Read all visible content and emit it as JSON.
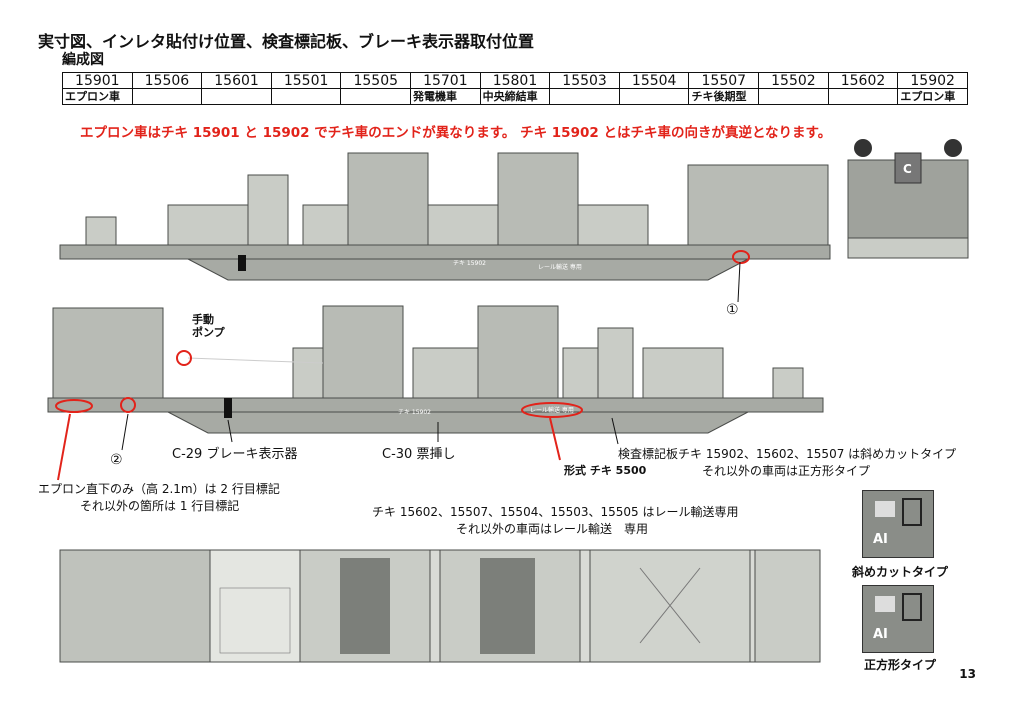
{
  "title": "実寸図、インレタ貼付け位置、検査標記板、ブレーキ表示器取付位置",
  "formation": {
    "heading": "編成図",
    "cars": [
      {
        "number": "15901",
        "role": "エプロン車"
      },
      {
        "number": "15506",
        "role": ""
      },
      {
        "number": "15601",
        "role": ""
      },
      {
        "number": "15501",
        "role": ""
      },
      {
        "number": "15505",
        "role": ""
      },
      {
        "number": "15701",
        "role": "発電機車"
      },
      {
        "number": "15801",
        "role": "中央締結車"
      },
      {
        "number": "15503",
        "role": ""
      },
      {
        "number": "15504",
        "role": ""
      },
      {
        "number": "15507",
        "role": "チキ後期型"
      },
      {
        "number": "15502",
        "role": ""
      },
      {
        "number": "15602",
        "role": ""
      },
      {
        "number": "15902",
        "role": "エプロン車"
      }
    ]
  },
  "red_note": "エプロン車はチキ 15901 と 15902 でチキ車のエンドが異なります。 チキ 15902 とはチキ車の向きが真逆となります。",
  "annotations": {
    "callout_1": "①",
    "callout_2": "②",
    "hand_pump": [
      "手動",
      "ポンプ"
    ],
    "brake_indicator": "C-29 ブレーキ表示器",
    "ticket_holder": "C-30 票挿し",
    "apron_note_line1": "エプロン直下のみ（高 2.1m）は 2 行目標記",
    "apron_note_line2": "それ以外の箇所は 1 行目標記",
    "model_label": "形式 チキ 5500",
    "inspection_line1": "検査標記板チキ 15902、15602、15507 は斜めカットタイプ",
    "inspection_line2": "それ以外の車両は正方形タイプ",
    "rail_line1": "チキ 15602、15507、15504、15503、15505 はレール輸送専用",
    "rail_line2": "それ以外の車両はレール輸送　専用"
  },
  "car_markings": {
    "top_number": "チキ 15902",
    "top_rail": "レール輸送 専用",
    "bottom_number": "チキ 15902",
    "bottom_rail": "レール輸送 専用",
    "end_letter": "C"
  },
  "plates": {
    "diagonal_label": "斜めカットタイプ",
    "square_label": "正方形タイプ",
    "plate_text": "AI"
  },
  "page_number": "13",
  "colors": {
    "accent_red": "#e2231a",
    "car_body": "#a7aaa4",
    "car_dark": "#4a4c4a"
  }
}
